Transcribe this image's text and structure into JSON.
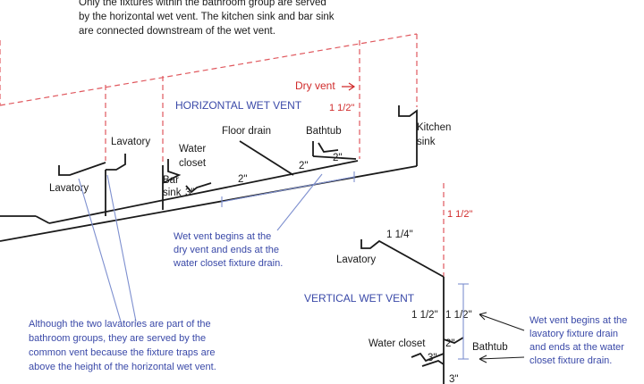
{
  "intro_note": {
    "lines": [
      "Only the fixtures within the bathroom group are served",
      "by the horizontal wet vent. The kitchen sink and bar sink",
      "are connected downstream of the wet vent."
    ]
  },
  "horizontal_wet_vent": {
    "title": "HORIZONTAL WET VENT",
    "dry_vent_label": "Dry vent",
    "dry_vent_size": "1 1/2\"",
    "fixtures": {
      "lavatory_upper": "Lavatory",
      "lavatory_lower": "Lavatory",
      "water_closet": [
        "Water",
        "closet"
      ],
      "bar_sink": [
        "Bar",
        "sink"
      ],
      "floor_drain": "Floor drain",
      "bathtub": "Bathtub",
      "kitchen_sink": [
        "Kitchen",
        "sink"
      ]
    },
    "sizes": {
      "wc_branch": "3\"",
      "main": "2\"",
      "bathtub_branch": "2\"",
      "bathtub_trap": "2\""
    },
    "callout_wet_vent": [
      "Wet vent begins at the",
      "dry vent and ends at the",
      "water closet fixture drain."
    ],
    "callout_lavatories": [
      "Although the two lavatories are part of the",
      "bathroom groups, they are served by the",
      "common vent because the fixture traps are",
      "above the height of the horizontal wet vent."
    ]
  },
  "vertical_wet_vent": {
    "title": "VERTICAL WET VENT",
    "stack_size": "1 1/2\"",
    "fixtures": {
      "lavatory": "Lavatory",
      "water_closet": "Water closet",
      "bathtub": "Bathtub"
    },
    "sizes": {
      "lav_branch": "1 1/4\"",
      "wet_vent_left": "1 1/2\"",
      "wet_vent_right": "1 1/2\"",
      "lower_stack": "2\"",
      "wc_branch": "3\"",
      "drain": "3\""
    },
    "callout": [
      "Wet vent begins at the",
      "lavatory fixture drain",
      "and ends at the water",
      "closet fixture drain."
    ]
  },
  "colors": {
    "pipe": "#1a1a1a",
    "vent_dashed": "#e0585e",
    "annotation_blue": "#3a49a8",
    "leader_blue": "#7d8fcf"
  }
}
